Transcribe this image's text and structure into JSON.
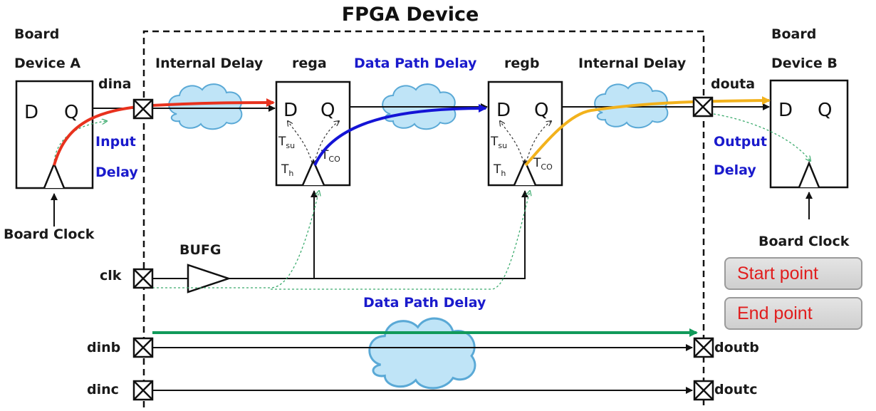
{
  "title": "FPGA Device",
  "device_a": {
    "line1": "Board",
    "line2": "Device A",
    "d": "D",
    "q": "Q",
    "clock": "Board Clock"
  },
  "device_b": {
    "line1": "Board",
    "line2": "Device B",
    "d": "D",
    "q": "Q",
    "clock": "Board Clock"
  },
  "regs": [
    {
      "name": "rega",
      "d": "D",
      "q": "Q"
    },
    {
      "name": "regb",
      "d": "D",
      "q": "Q"
    }
  ],
  "timing": {
    "tsu": "T",
    "tsu_sub": "su",
    "th": "T",
    "th_sub": "h",
    "tco": "T",
    "tco_sub": "CO"
  },
  "labels": {
    "internal_delay_left": "Internal Delay",
    "internal_delay_right": "Internal Delay",
    "data_path_delay_top": "Data Path Delay",
    "data_path_delay_bottom": "Data Path Delay",
    "input_delay_1": "Input",
    "input_delay_2": "Delay",
    "output_delay_1": "Output",
    "output_delay_2": "Delay",
    "bufg": "BUFG"
  },
  "ports": {
    "dina": "dina",
    "douta": "douta",
    "clk": "clk",
    "dinb": "dinb",
    "dinc": "dinc",
    "doutb": "doutb",
    "doutc": "doutc"
  },
  "legend": {
    "start": "Start point",
    "end": "End point"
  },
  "colors": {
    "input_path": "#e8321e",
    "reg_path": "#1414d6",
    "output_path": "#f2b21c",
    "pass_path": "#119a5a",
    "clock_trace": "#3cab6e",
    "legend_text": "#e11d1d",
    "blue_label": "#1a1acc"
  }
}
